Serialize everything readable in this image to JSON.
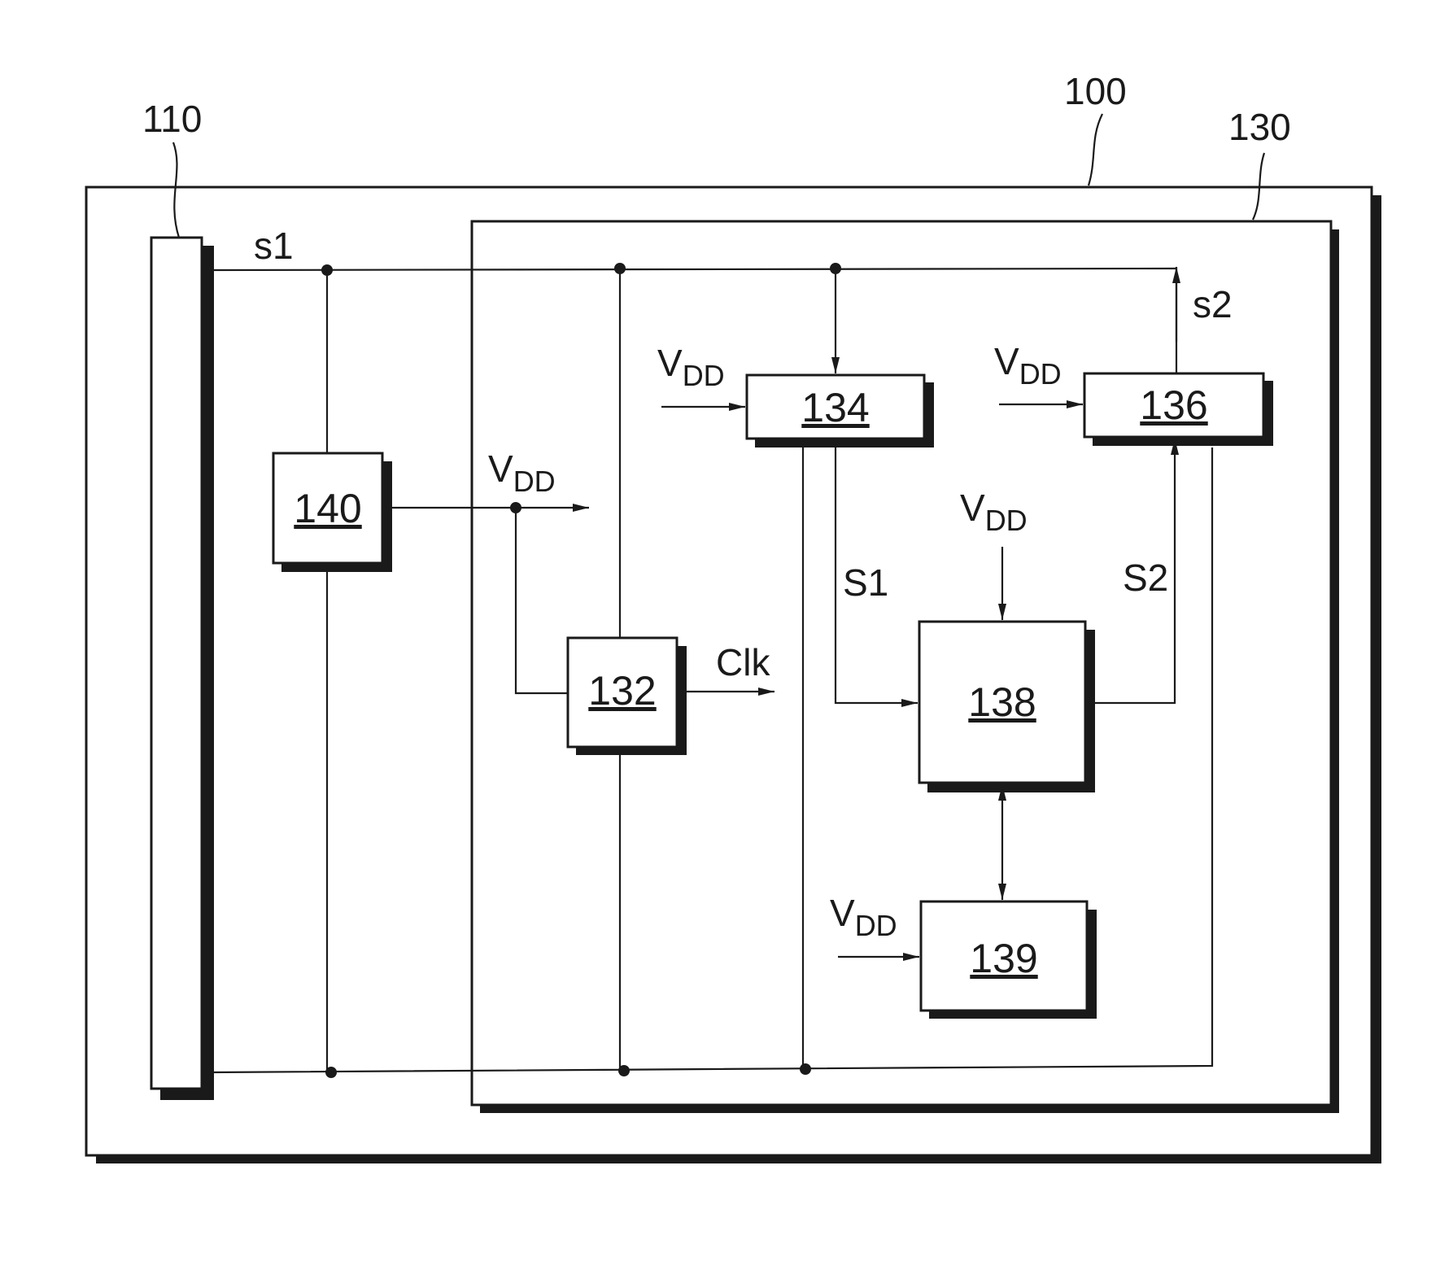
{
  "labels": {
    "device": "100",
    "bus": "110",
    "module": "130",
    "block_clock": "132",
    "block_a": "134",
    "block_b": "136",
    "block_core": "138",
    "block_mem": "139",
    "block_regulator": "140"
  },
  "signals": {
    "s1_lower": "s1",
    "s2_lower": "s2",
    "S1_upper": "S1",
    "S2_upper": "S2",
    "clk": "Clk"
  },
  "supply": {
    "main": "V",
    "subscript": "DD"
  }
}
